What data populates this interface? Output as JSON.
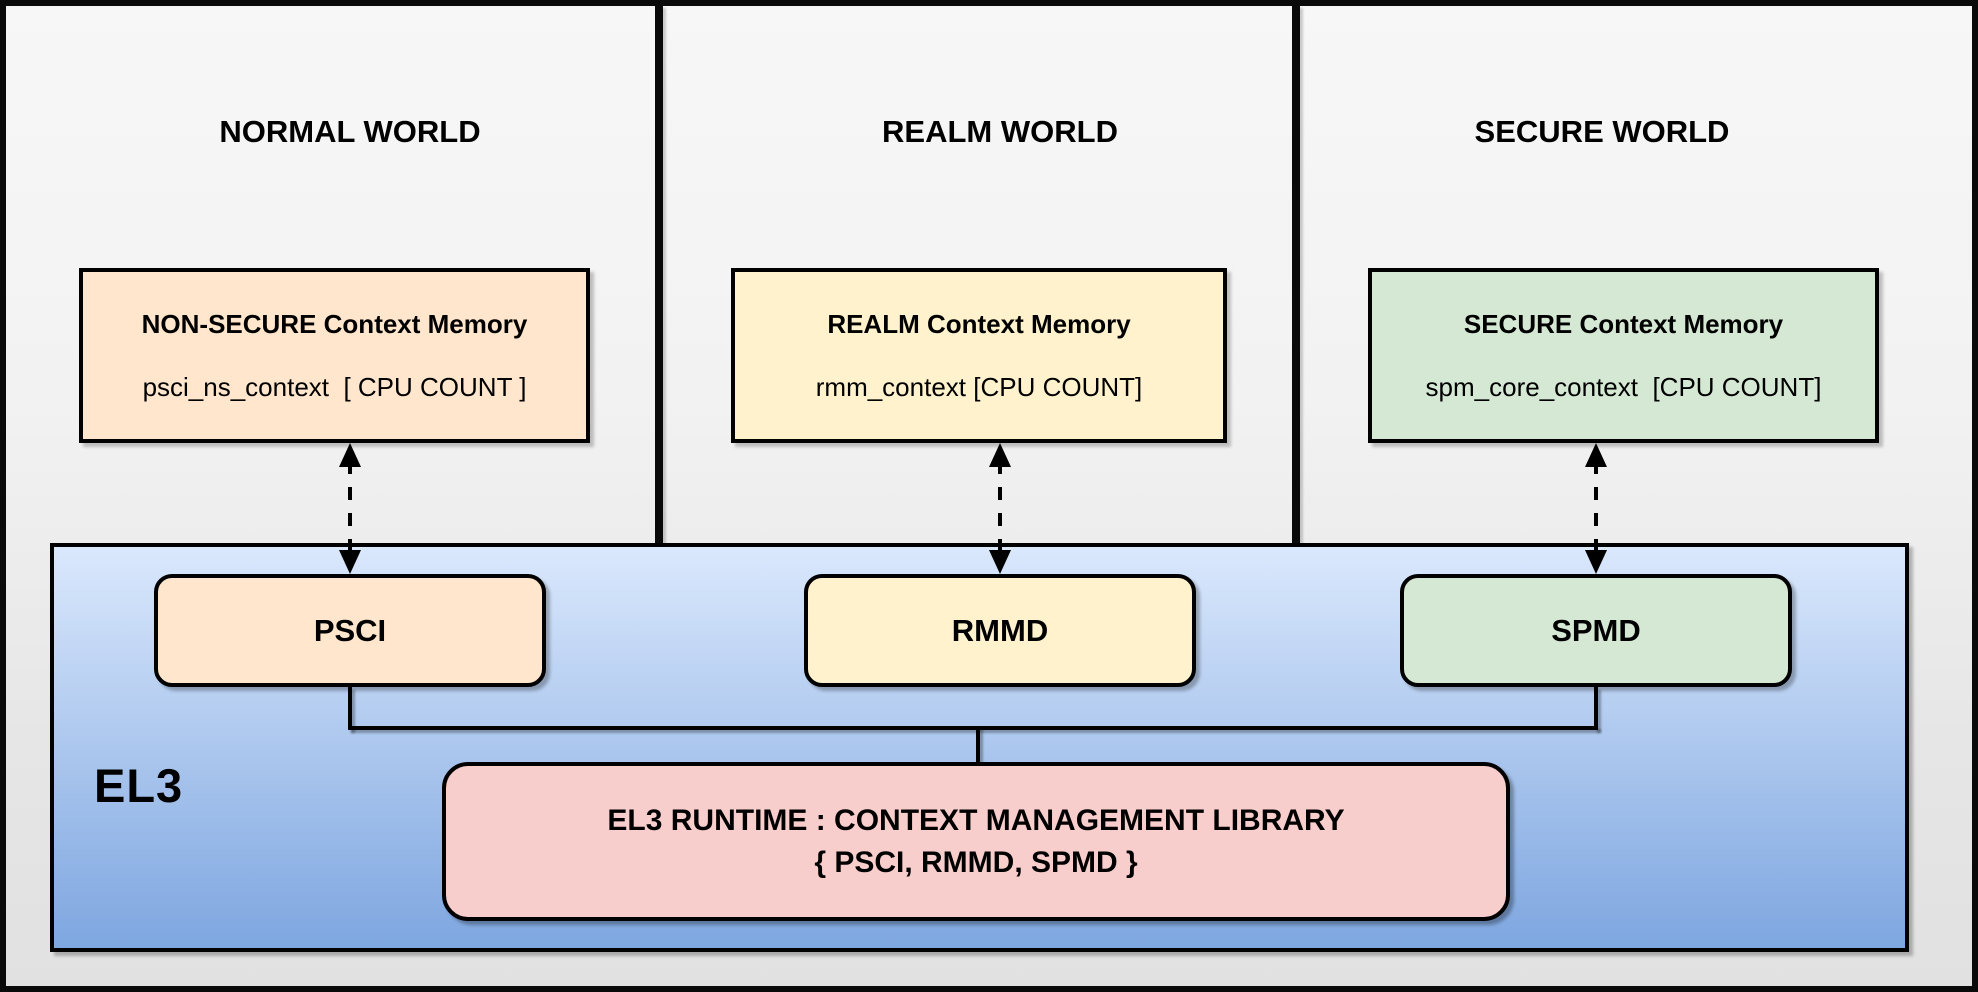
{
  "colors": {
    "peach": "#ffe6cc",
    "yellow": "#fff2cc",
    "green": "#d5e8d4",
    "pink": "#f8cecc",
    "el3_gradient_top": "#dae8fc",
    "el3_gradient_bottom": "#7ea6e0",
    "panel_bg_top": "#f7f7f7",
    "panel_bg_bottom": "#e1e1e1",
    "line": "#000000"
  },
  "worlds": [
    {
      "title": "NORMAL WORLD",
      "memory_title": "NON-SECURE Context Memory",
      "memory_code": "psci_ns_context  [ CPU COUNT ]",
      "module": "PSCI"
    },
    {
      "title": "REALM WORLD",
      "memory_title": "REALM Context Memory",
      "memory_code": "rmm_context [CPU COUNT]",
      "module": "RMMD"
    },
    {
      "title": "SECURE WORLD",
      "memory_title": "SECURE Context Memory",
      "memory_code": "spm_core_context  [CPU COUNT]",
      "module": "SPMD"
    }
  ],
  "el3": {
    "label": "EL3",
    "runtime_line1": "EL3 RUNTIME : CONTEXT MANAGEMENT LIBRARY",
    "runtime_line2": "{ PSCI, RMMD, SPMD }"
  }
}
